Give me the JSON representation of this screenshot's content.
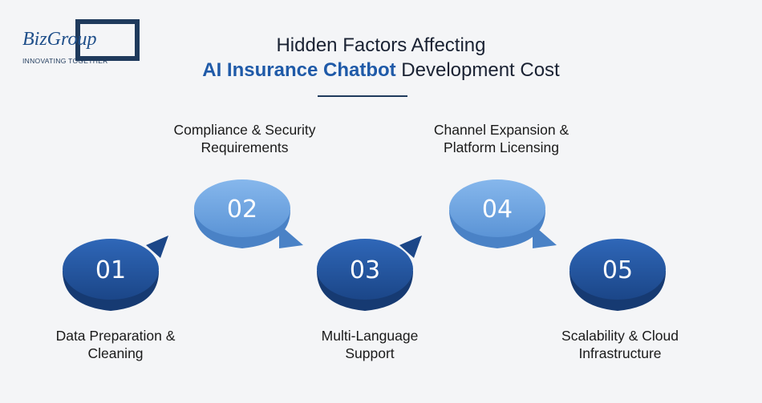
{
  "brand": {
    "name": "BizGroup",
    "tagline": "INNOVATING TOGETHER"
  },
  "title": {
    "line1": "Hidden Factors Affecting",
    "highlight": "AI Insurance Chatbot",
    "rest": " Development Cost"
  },
  "colors": {
    "dark_blue": "#1f4d94",
    "light_blue": "#6aa2e0",
    "accent": "#1f5aa8"
  },
  "steps": [
    {
      "number": "01",
      "line1": "Data Preparation &",
      "line2": "Cleaning"
    },
    {
      "number": "02",
      "line1": "Compliance & Security",
      "line2": "Requirements"
    },
    {
      "number": "03",
      "line1": "Multi-Language",
      "line2": "Support"
    },
    {
      "number": "04",
      "line1": "Channel Expansion &",
      "line2": "Platform Licensing"
    },
    {
      "number": "05",
      "line1": "Scalability & Cloud",
      "line2": "Infrastructure"
    }
  ]
}
